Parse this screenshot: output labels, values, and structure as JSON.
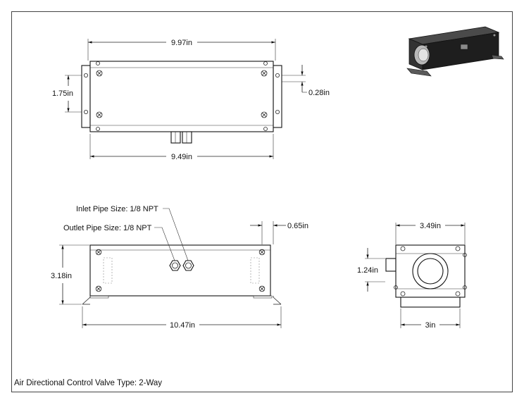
{
  "dimensions": {
    "top_width": "9.97in",
    "top_height": "1.75in",
    "top_offset": "0.28in",
    "top_inner_width": "9.49in",
    "front_height": "3.18in",
    "front_offset": "0.65in",
    "front_width": "10.47in",
    "side_width": "3.49in",
    "side_port_height": "1.24in",
    "side_base": "3in"
  },
  "callouts": {
    "inlet": "Inlet Pipe Size: 1/8 NPT",
    "outlet": "Outlet Pipe Size: 1/8 NPT"
  },
  "caption": "Air Directional Control Valve Type: 2-Way"
}
